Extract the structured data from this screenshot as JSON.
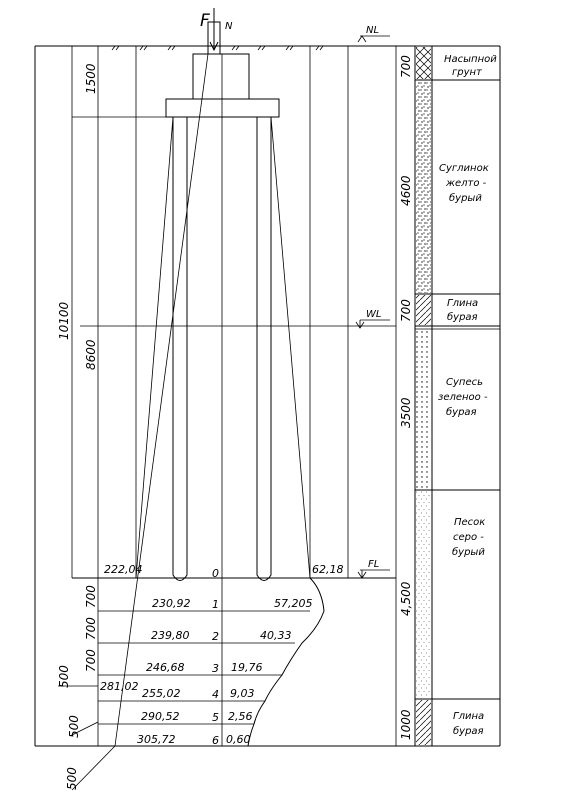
{
  "load": {
    "force_symbol": "F",
    "force_subscript": "N"
  },
  "levels": {
    "natural": "NL",
    "water": "WL",
    "foundation": "FL"
  },
  "dims": {
    "total": "10100",
    "upper": "1500",
    "pile": "8600",
    "steps": [
      "700",
      "700",
      "700"
    ],
    "side_a": "500",
    "side_b": "500",
    "side_c": "500"
  },
  "layers": [
    {
      "thickness": "700",
      "line1": "Насыпной",
      "line2": "грунт",
      "line3": ""
    },
    {
      "thickness": "4600",
      "line1": "Суглинок",
      "line2": "желто -",
      "line3": "бурый"
    },
    {
      "thickness": "700",
      "line1": "Глина",
      "line2": "бурая",
      "line3": ""
    },
    {
      "thickness": "3500",
      "line1": "Супесь",
      "line2": "зеленоо -",
      "line3": "бурая"
    },
    {
      "thickness": "4,500",
      "line1": "Песок",
      "line2": "серо -",
      "line3": "бурый"
    },
    {
      "thickness": "1000",
      "line1": "Глина",
      "line2": "бурая",
      "line3": ""
    }
  ],
  "points": [
    {
      "index": "0",
      "left": "222,04",
      "right": "62,18"
    },
    {
      "index": "1",
      "left": "230,92",
      "right": "57,205"
    },
    {
      "index": "2",
      "left": "239,80",
      "right": "40,33"
    },
    {
      "index": "3",
      "left": "246,68",
      "right": "19,76"
    },
    {
      "index": "4",
      "left": "255,02",
      "right": "9,03"
    },
    {
      "index": "5",
      "left": "290,52",
      "right": "2,56"
    },
    {
      "index": "6",
      "left": "305,72",
      "right": "0,60"
    }
  ],
  "boundary_value": "281,02"
}
